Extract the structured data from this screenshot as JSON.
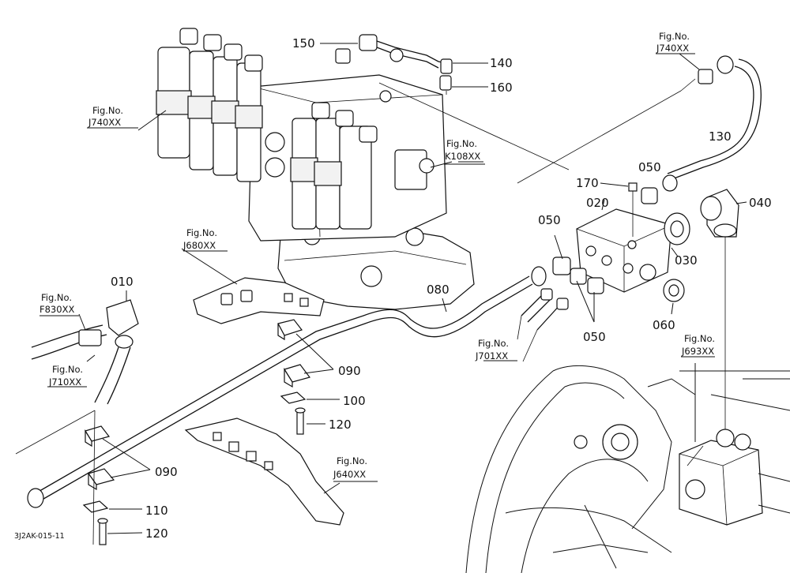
{
  "drawing_code": "3J2AK-015-11",
  "part_labels": {
    "p010": "010",
    "p020": "020",
    "p030": "030",
    "p040": "040",
    "p050a": "050",
    "p050b": "050",
    "p050c": "050",
    "p060": "060",
    "p080": "080",
    "p090a": "090",
    "p090b": "090",
    "p100": "100",
    "p110": "110",
    "p120a": "120",
    "p120b": "120",
    "p130": "130",
    "p140": "140",
    "p150": "150",
    "p160": "160",
    "p170": "170"
  },
  "fig_refs": {
    "fig_word": "Fig.No.",
    "j740_top": "J740XX",
    "j740_left": "J740XX",
    "k108": "K108XX",
    "j680": "J680XX",
    "f830": "F830XX",
    "j710": "J710XX",
    "j701": "J701XX",
    "j693": "J693XX",
    "j640": "J640XX"
  }
}
